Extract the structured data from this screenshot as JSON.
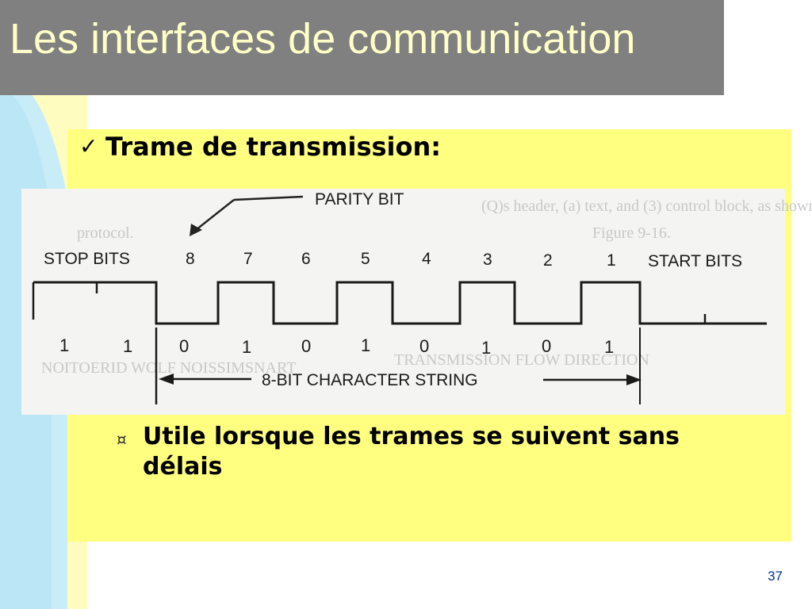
{
  "slide": {
    "title": "Les interfaces de communication",
    "heading": "Trame de transmission:",
    "bullet": "Utile lorsque les trames se suivent sans délais",
    "page_number": "37",
    "colors": {
      "title_bar": "#808080",
      "title_text": "#ffffc8",
      "content_box": "#ffff80",
      "side_decoration": "#fffcc0",
      "page_number": "#003399"
    }
  },
  "diagram": {
    "labels": {
      "parity_bit": "PARITY BIT",
      "stop_bits": "STOP BITS",
      "start_bits": "START BITS",
      "character_string": "8-BIT CHARACTER STRING"
    },
    "bit_positions": [
      "8",
      "7",
      "6",
      "5",
      "4",
      "3",
      "2",
      "1"
    ],
    "bit_values": [
      "1",
      "1",
      "0",
      "1",
      "0",
      "1",
      "0",
      "1",
      "0",
      "1"
    ],
    "background_text": {
      "line1": "(Q)s header, (a) text, and (3) control block, as shown",
      "line2": "protocol.",
      "line3": "Figure 9-16.",
      "mirror1": "NOITOERID WOLF NOISSIMSNART",
      "mirror2": "TRANSMISSION FLOW DIRECTION"
    }
  }
}
